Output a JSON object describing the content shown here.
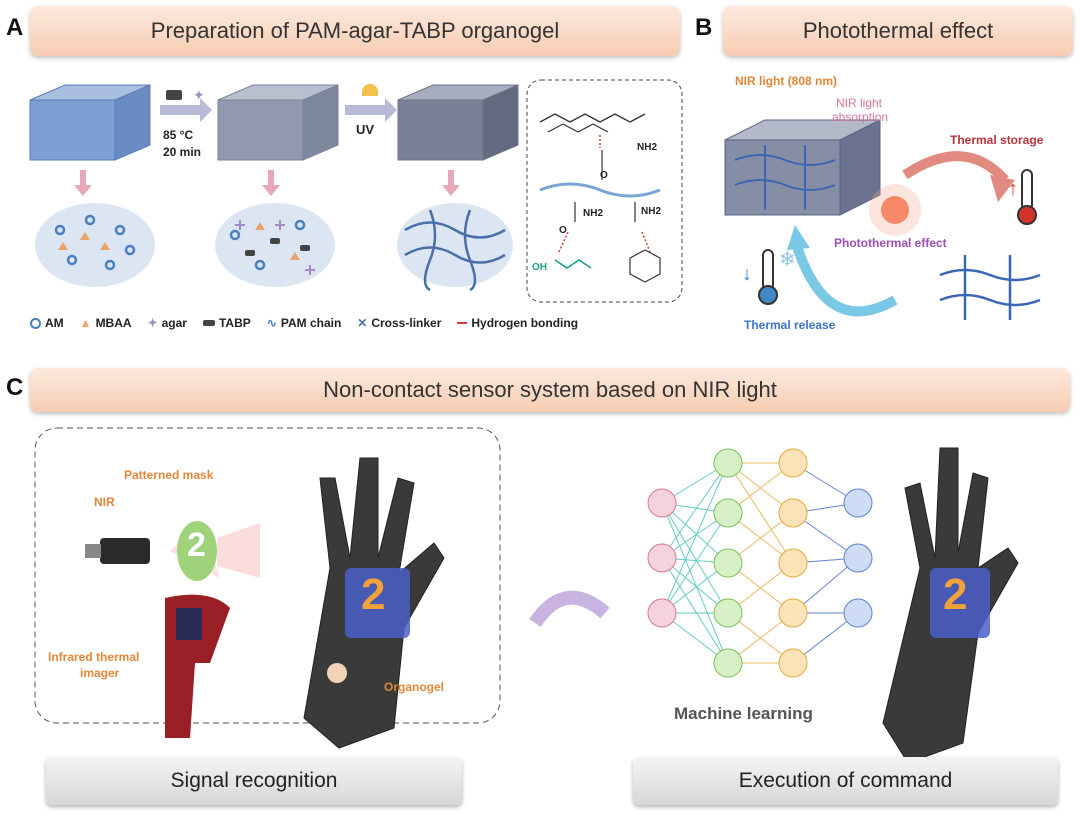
{
  "panels": {
    "a": {
      "letter": "A",
      "title": "Preparation of PAM-agar-TABP organogel"
    },
    "b": {
      "letter": "B",
      "title": "Photothermal effect"
    },
    "c": {
      "letter": "C",
      "title": "Non-contact sensor system based on NIR light"
    }
  },
  "panel_a": {
    "step1": "85 °C",
    "step1b": "20 min",
    "step2": "UV",
    "chem": {
      "nh2_1": "NH2",
      "nh2_2": "NH2",
      "nh2_3": "NH2",
      "o1": "O",
      "o2": "O",
      "oh": "OH"
    },
    "legend": [
      {
        "label": "AM",
        "icon": "circle-icon"
      },
      {
        "label": "MBAA",
        "icon": "triangle-icon"
      },
      {
        "label": "agar",
        "icon": "cross-icon"
      },
      {
        "label": "TABP",
        "icon": "tabp-icon"
      },
      {
        "label": "PAM chain",
        "icon": "wave-icon"
      },
      {
        "label": "Cross-linker",
        "icon": "crosslinker-icon"
      },
      {
        "label": "Hydrogen bonding",
        "icon": "dashed-line-icon"
      }
    ]
  },
  "panel_b": {
    "nir_light": "NIR light (808 nm)",
    "nir_absorption_1": "NIR light",
    "nir_absorption_2": "absorption",
    "thermal_storage": "Thermal storage",
    "photothermal_effect": "Photothermal effect",
    "thermal_release": "Thermal release"
  },
  "panel_c": {
    "patterned_mask": "Patterned mask",
    "nir": "NIR",
    "mask_digit": "2",
    "infrared_1": "Infrared thermal",
    "infrared_2": "imager",
    "organogel": "Organogel",
    "glove_digit": "2",
    "machine_learning": "Machine learning",
    "signal_recognition": "Signal recognition",
    "execution": "Execution of command"
  },
  "colors": {
    "banner": "#f7cdb3",
    "orange_label": "#e0873a",
    "pink_label": "#d5759a",
    "red_label": "#b8343a",
    "blue_label": "#3b74c4",
    "purple_label": "#9c4fb5"
  }
}
